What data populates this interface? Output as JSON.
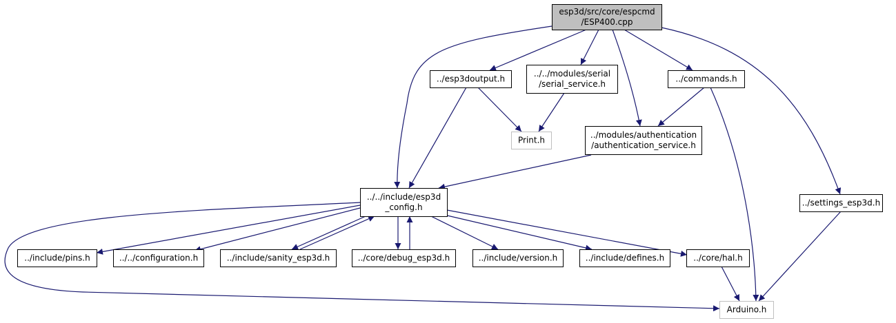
{
  "colors": {
    "edge": "#191970",
    "node_border": "#000000",
    "external_border": "#bfbfbf",
    "root_fill": "#bfbfbf",
    "text": "#000000",
    "external_text": "#555555",
    "background": "#ffffff"
  },
  "nodes": [
    {
      "id": "esp400",
      "lines": [
        "esp3d/src/core/espcmd",
        "/ESP400.cpp"
      ],
      "kind": "root",
      "interactable": false
    },
    {
      "id": "esp3doutput",
      "lines": [
        "../esp3doutput.h"
      ],
      "kind": "file",
      "interactable": true
    },
    {
      "id": "serial_service",
      "lines": [
        "../../modules/serial",
        "/serial_service.h"
      ],
      "kind": "file",
      "interactable": true
    },
    {
      "id": "commands",
      "lines": [
        "../commands.h"
      ],
      "kind": "file",
      "interactable": true
    },
    {
      "id": "print",
      "lines": [
        "Print.h"
      ],
      "kind": "external",
      "interactable": false
    },
    {
      "id": "authentication_service",
      "lines": [
        "../modules/authentication",
        "/authentication_service.h"
      ],
      "kind": "file",
      "interactable": true
    },
    {
      "id": "esp3d_config",
      "lines": [
        "../../include/esp3d",
        "_config.h"
      ],
      "kind": "file",
      "interactable": true
    },
    {
      "id": "settings_esp3d",
      "lines": [
        "../settings_esp3d.h"
      ],
      "kind": "file",
      "interactable": true
    },
    {
      "id": "pins",
      "lines": [
        "../include/pins.h"
      ],
      "kind": "file",
      "interactable": true
    },
    {
      "id": "configuration",
      "lines": [
        "../../configuration.h"
      ],
      "kind": "file",
      "interactable": true
    },
    {
      "id": "sanity_esp3d",
      "lines": [
        "../include/sanity_esp3d.h"
      ],
      "kind": "file",
      "interactable": true
    },
    {
      "id": "debug_esp3d",
      "lines": [
        "../core/debug_esp3d.h"
      ],
      "kind": "file",
      "interactable": true
    },
    {
      "id": "version",
      "lines": [
        "../include/version.h"
      ],
      "kind": "file",
      "interactable": true
    },
    {
      "id": "defines",
      "lines": [
        "../include/defines.h"
      ],
      "kind": "file",
      "interactable": true
    },
    {
      "id": "hal",
      "lines": [
        "../core/hal.h"
      ],
      "kind": "file",
      "interactable": true
    },
    {
      "id": "arduino",
      "lines": [
        "Arduino.h"
      ],
      "kind": "external",
      "interactable": false
    }
  ],
  "edges": [
    {
      "from": "esp400",
      "to": "esp3doutput"
    },
    {
      "from": "esp400",
      "to": "serial_service"
    },
    {
      "from": "esp400",
      "to": "commands"
    },
    {
      "from": "esp400",
      "to": "authentication_service"
    },
    {
      "from": "esp400",
      "to": "esp3d_config"
    },
    {
      "from": "esp400",
      "to": "settings_esp3d"
    },
    {
      "from": "esp3doutput",
      "to": "print"
    },
    {
      "from": "esp3doutput",
      "to": "esp3d_config"
    },
    {
      "from": "serial_service",
      "to": "print"
    },
    {
      "from": "commands",
      "to": "authentication_service"
    },
    {
      "from": "commands",
      "to": "arduino"
    },
    {
      "from": "authentication_service",
      "to": "esp3d_config"
    },
    {
      "from": "settings_esp3d",
      "to": "arduino"
    },
    {
      "from": "esp3d_config",
      "to": "pins"
    },
    {
      "from": "esp3d_config",
      "to": "configuration"
    },
    {
      "from": "esp3d_config",
      "to": "sanity_esp3d"
    },
    {
      "from": "esp3d_config",
      "to": "debug_esp3d"
    },
    {
      "from": "esp3d_config",
      "to": "version"
    },
    {
      "from": "esp3d_config",
      "to": "defines"
    },
    {
      "from": "esp3d_config",
      "to": "hal"
    },
    {
      "from": "esp3d_config",
      "to": "arduino"
    },
    {
      "from": "sanity_esp3d",
      "to": "esp3d_config"
    },
    {
      "from": "debug_esp3d",
      "to": "esp3d_config"
    },
    {
      "from": "hal",
      "to": "arduino"
    }
  ]
}
